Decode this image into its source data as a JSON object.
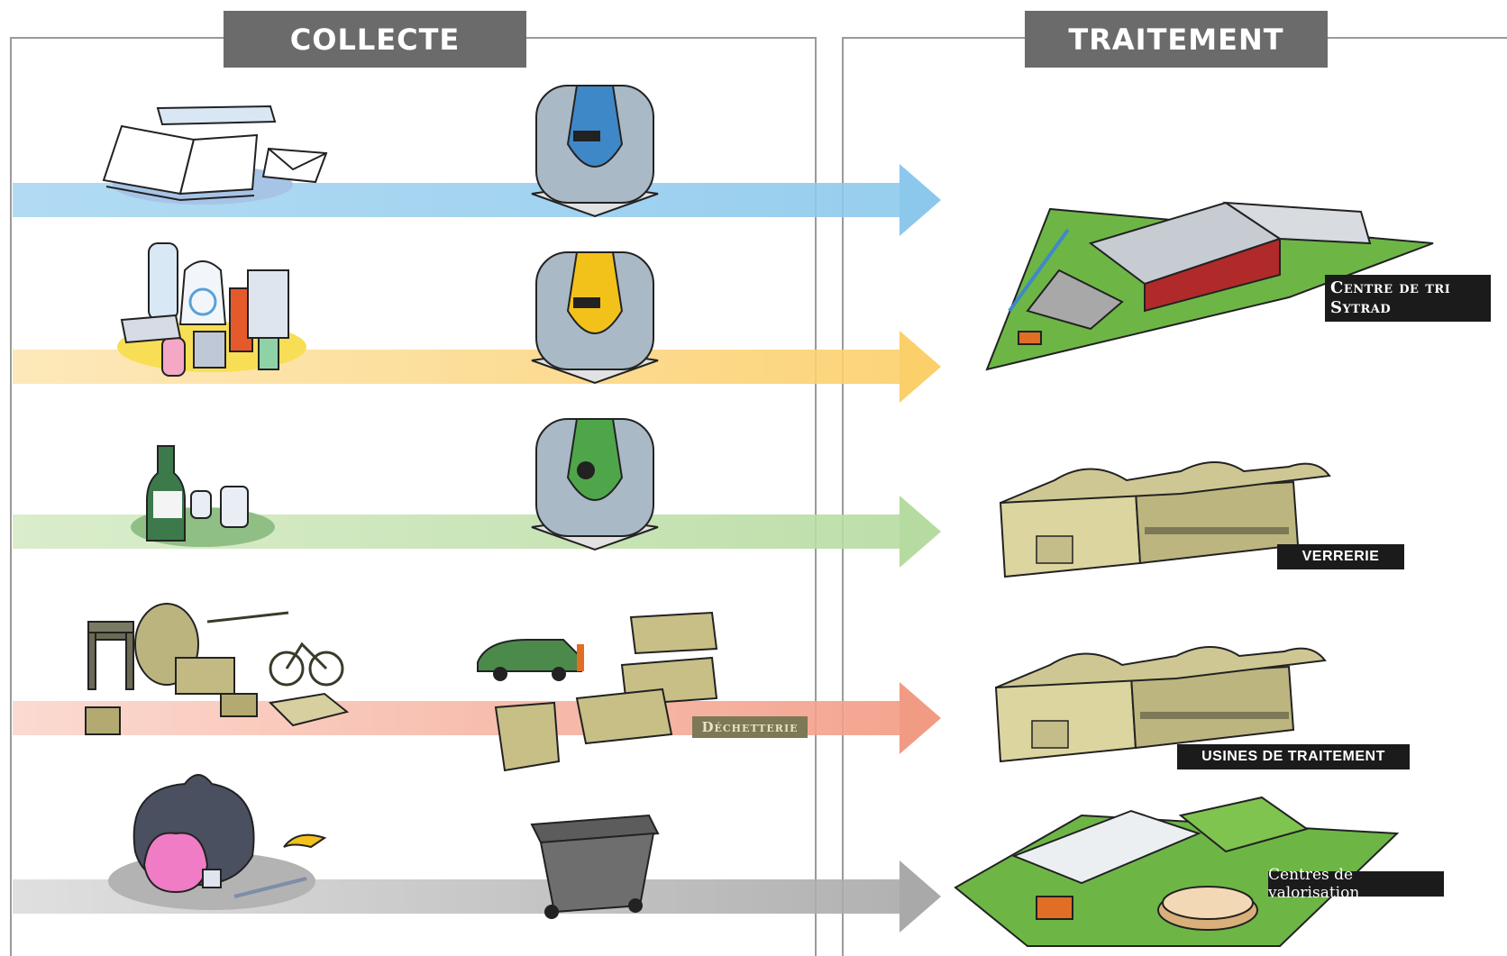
{
  "headers": {
    "collecte": "COLLECTE",
    "traitement": "TRAITEMENT"
  },
  "streams": [
    {
      "id": "paper",
      "color": "#9fd0ef",
      "bin": "blue-container"
    },
    {
      "id": "packaging",
      "color": "#fbd37a",
      "bin": "yellow-container"
    },
    {
      "id": "glass",
      "color": "#b7dba1",
      "bin": "green-container"
    },
    {
      "id": "bulky",
      "color": "#f4a38d",
      "bin": "dechetterie"
    },
    {
      "id": "household",
      "color": "#b9b9b9",
      "bin": "grey-wheelie-bin"
    }
  ],
  "labels": {
    "centre_tri_line1": "Centre de tri",
    "centre_tri_line2": "Sytrad",
    "verrerie": "VERRERIE",
    "dechetterie": "Déchetterie",
    "usines": "USINES DE TRAITEMENT",
    "valorisation": "Centres de valorisation"
  }
}
